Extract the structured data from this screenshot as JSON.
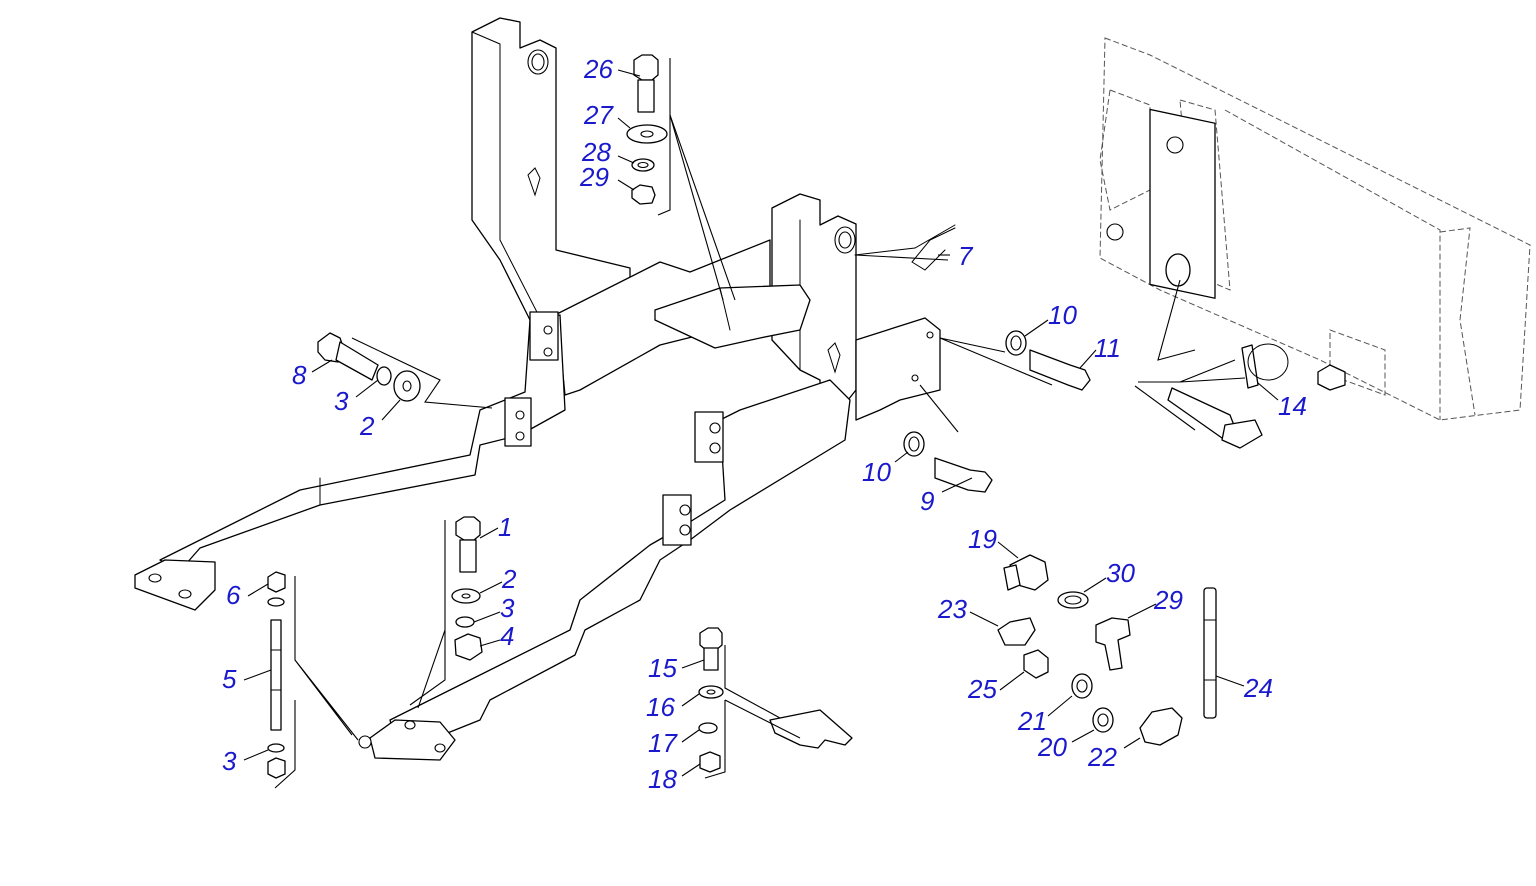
{
  "diagram": {
    "accent_color": "#1a1acc",
    "line_color": "#000000",
    "callouts": [
      {
        "label": "26"
      },
      {
        "label": "27"
      },
      {
        "label": "28"
      },
      {
        "label": "29"
      },
      {
        "label": "7"
      },
      {
        "label": "10"
      },
      {
        "label": "11"
      },
      {
        "label": "8"
      },
      {
        "label": "3"
      },
      {
        "label": "2"
      },
      {
        "label": "14"
      },
      {
        "label": "10"
      },
      {
        "label": "9"
      },
      {
        "label": "1"
      },
      {
        "label": "2"
      },
      {
        "label": "3"
      },
      {
        "label": "4"
      },
      {
        "label": "6"
      },
      {
        "label": "5"
      },
      {
        "label": "3"
      },
      {
        "label": "15"
      },
      {
        "label": "16"
      },
      {
        "label": "17"
      },
      {
        "label": "18"
      },
      {
        "label": "19"
      },
      {
        "label": "30"
      },
      {
        "label": "23"
      },
      {
        "label": "29"
      },
      {
        "label": "25"
      },
      {
        "label": "21"
      },
      {
        "label": "20"
      },
      {
        "label": "22"
      },
      {
        "label": "24"
      }
    ]
  }
}
